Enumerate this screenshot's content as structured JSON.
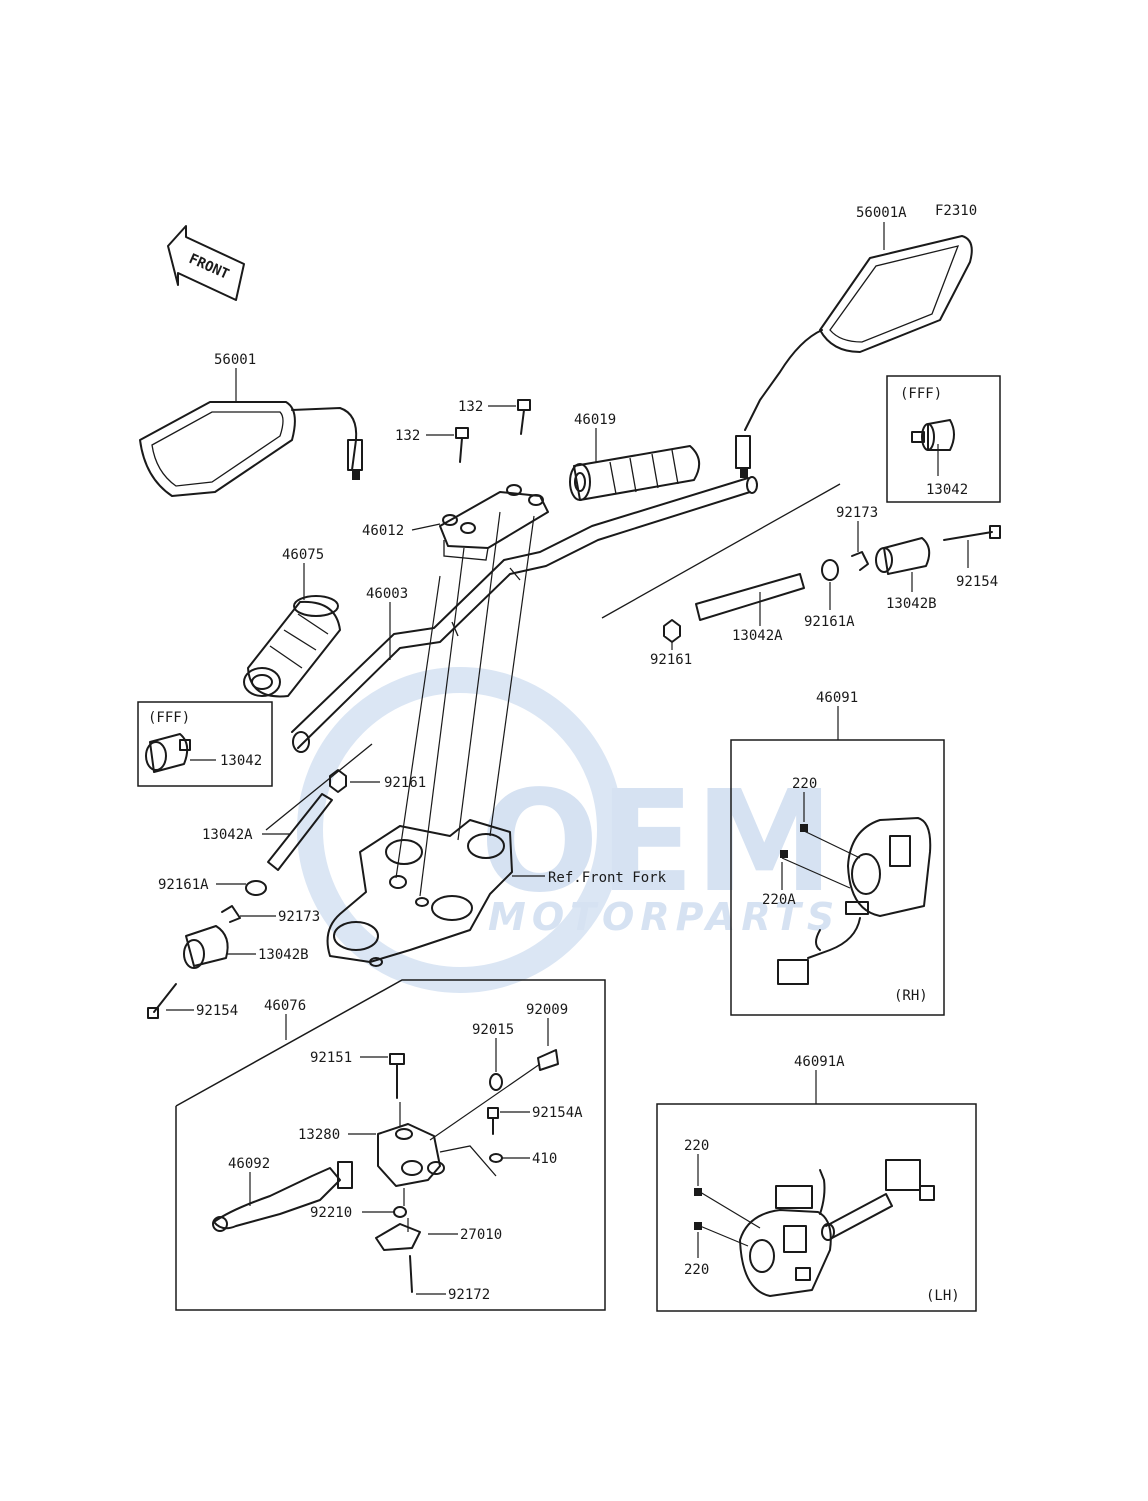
{
  "figure_code": "F2310",
  "front_arrow_label": "FRONT",
  "watermark": {
    "brand": "OEM",
    "sub": "MOTORPARTS"
  },
  "colors": {
    "line": "#1a1a1a",
    "watermark": "#d6e2f2",
    "background": "#ffffff"
  },
  "variant_box_label": "(FFF)",
  "reference_label": "Ref.Front Fork",
  "switch_rh_label": "(RH)",
  "switch_lh_label": "(LH)",
  "parts": [
    {
      "id": "p-56001",
      "text": "56001"
    },
    {
      "id": "p-56001a",
      "text": "56001A"
    },
    {
      "id": "p-132a",
      "text": "132"
    },
    {
      "id": "p-132b",
      "text": "132"
    },
    {
      "id": "p-46019",
      "text": "46019"
    },
    {
      "id": "p-46012",
      "text": "46012"
    },
    {
      "id": "p-46075",
      "text": "46075"
    },
    {
      "id": "p-46003",
      "text": "46003"
    },
    {
      "id": "p-13042-right",
      "text": "13042"
    },
    {
      "id": "p-92173-right",
      "text": "92173"
    },
    {
      "id": "p-92154-right",
      "text": "92154"
    },
    {
      "id": "p-13042b-right",
      "text": "13042B"
    },
    {
      "id": "p-92161a-right",
      "text": "92161A"
    },
    {
      "id": "p-13042a-right",
      "text": "13042A"
    },
    {
      "id": "p-92161-right",
      "text": "92161"
    },
    {
      "id": "p-13042-left",
      "text": "13042"
    },
    {
      "id": "p-92161-left",
      "text": "92161"
    },
    {
      "id": "p-13042a-left",
      "text": "13042A"
    },
    {
      "id": "p-92161a-left",
      "text": "92161A"
    },
    {
      "id": "p-92173-left",
      "text": "92173"
    },
    {
      "id": "p-13042b-left",
      "text": "13042B"
    },
    {
      "id": "p-92154-left",
      "text": "92154"
    },
    {
      "id": "p-46091",
      "text": "46091"
    },
    {
      "id": "p-220-rh",
      "text": "220"
    },
    {
      "id": "p-220a-rh",
      "text": "220A"
    },
    {
      "id": "p-46076",
      "text": "46076"
    },
    {
      "id": "p-92009",
      "text": "92009"
    },
    {
      "id": "p-92015",
      "text": "92015"
    },
    {
      "id": "p-92151",
      "text": "92151"
    },
    {
      "id": "p-92154a",
      "text": "92154A"
    },
    {
      "id": "p-13280",
      "text": "13280"
    },
    {
      "id": "p-410",
      "text": "410"
    },
    {
      "id": "p-46092",
      "text": "46092"
    },
    {
      "id": "p-92210",
      "text": "92210"
    },
    {
      "id": "p-27010",
      "text": "27010"
    },
    {
      "id": "p-92172",
      "text": "92172"
    },
    {
      "id": "p-46091a",
      "text": "46091A"
    },
    {
      "id": "p-220-lh-top",
      "text": "220"
    },
    {
      "id": "p-220-lh-bottom",
      "text": "220"
    }
  ]
}
